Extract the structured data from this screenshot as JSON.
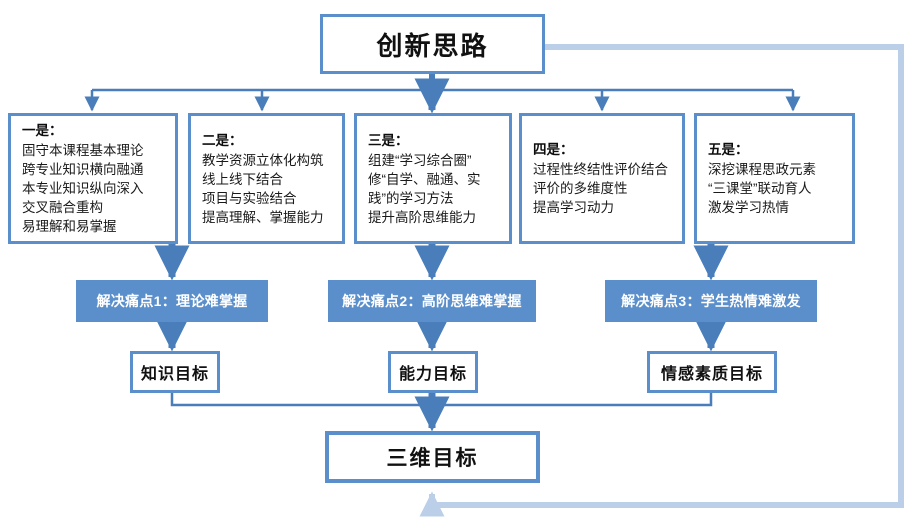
{
  "diagram": {
    "title": "创新思路",
    "colors": {
      "box_border": "#5B8FCB",
      "bar_fill": "#5B8FCB",
      "connector": "#4A7EBB",
      "feedback_loop": "#BCCFE8",
      "text": "#111111",
      "bar_text": "#FFFFFF",
      "background": "#FFFFFF"
    },
    "idea_boxes": [
      {
        "head": "一是：",
        "lines": [
          "固守本课程基本理论",
          "跨专业知识横向融通",
          "本专业知识纵向深入",
          "交叉融合重构",
          "易理解和易掌握"
        ]
      },
      {
        "head": "二是：",
        "lines": [
          "教学资源立体化构筑",
          "线上线下结合",
          "项目与实验结合",
          "提高理解、掌握能力"
        ]
      },
      {
        "head": "三是：",
        "lines": [
          "组建“学习综合圈”",
          "修“自学、融通、实",
          "践”的学习方法",
          "提升高阶思维能力"
        ]
      },
      {
        "head": "四是：",
        "lines": [
          "过程性终结性评价结合",
          "评价的多维度性",
          "提高学习动力"
        ]
      },
      {
        "head": "五是：",
        "lines": [
          "深挖课程思政元素",
          "“三课堂”联动育人",
          "激发学习热情"
        ]
      }
    ],
    "pain_points": [
      {
        "label": "解决痛点1：理论难掌握"
      },
      {
        "label": "解决痛点2：高阶思维难掌握"
      },
      {
        "label": "解决痛点3：学生热情难激发"
      }
    ],
    "goals": [
      {
        "label": "知识目标"
      },
      {
        "label": "能力目标"
      },
      {
        "label": "情感素质目标"
      }
    ],
    "final_goal": "三维目标"
  }
}
